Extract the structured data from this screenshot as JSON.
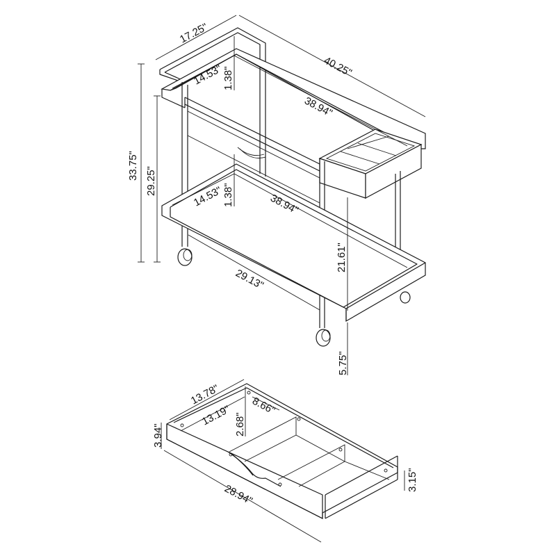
{
  "diagram": {
    "subject": "Bar cart with removable drawer — dimension drawing",
    "line_color": "#1a1a1a",
    "background": "#ffffff"
  },
  "cart": {
    "dimensions": {
      "depth_overall": "17.25\"",
      "width_overall": "40.25\"",
      "height_overall": "33.75\"",
      "top_shelf_height": "29.25\"",
      "top_tray_depth": "14.53\"",
      "top_tray_lip": "1.38\"",
      "top_tray_width": "38.94\"",
      "bottom_tray_depth": "14.53\"",
      "bottom_tray_lip": "1.38\"",
      "bottom_tray_width": "38.94\"",
      "shelf_spacing": "21.61\"",
      "bottom_shelf_length": "29.13\"",
      "floor_clearance": "5.75\""
    }
  },
  "drawer": {
    "dimensions": {
      "outer_depth": "13.78\"",
      "inner_depth": "13.19\"",
      "compartment_width": "8.66\"",
      "divider_height": "2.68\"",
      "front_height": "3.94\"",
      "outer_length": "28.94\"",
      "back_height": "3.15\""
    }
  }
}
